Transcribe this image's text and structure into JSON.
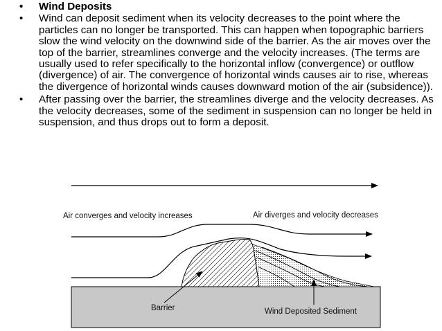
{
  "bullets": [
    {
      "text": "Wind Deposits",
      "bold": true
    },
    {
      "text": "Wind can deposit sediment when its velocity decreases to the point where the particles can no longer be transported. This can happen when topographic barriers slow the wind velocity on the downwind side of the barrier. As the air moves over the top of the barrier, streamlines converge and the velocity increases. (The terms are usually used to refer specifically to the horizontal inflow (convergence) or outflow (divergence) of air. The convergence of horizontal winds causes air to rise, whereas the divergence of horizontal winds causes downward motion of the air (subsidence)).",
      "bold": false
    },
    {
      "text": "After passing over the barrier, the streamlines diverge and the velocity decreases. As the velocity decreases, some of the sediment in suspension can no longer be held in suspension, and thus drops out to form a deposit.",
      "bold": false
    }
  ],
  "diagram": {
    "label_converge": "Air converges and velocity increases",
    "label_diverge": "Air diverges and velocity decreases",
    "label_barrier": "Barrier",
    "label_sediment": "Wind Deposited Sediment",
    "colors": {
      "ground": "#c8c8c8",
      "line": "#000000"
    }
  }
}
